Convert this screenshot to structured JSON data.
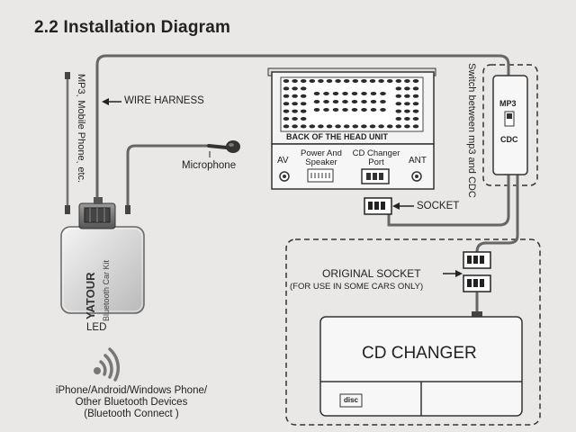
{
  "title": "2.2 Installation Diagram",
  "labels": {
    "wire_harness": "WIRE HARNESS",
    "microphone": "Microphone",
    "mobile_side": "MP3ˎ Mobile Phoneˎ etc.",
    "led": "LED",
    "back_of_head_unit": "BACK OF THE HEAD UNIT",
    "av": "AV",
    "power_speaker_1": "Power And",
    "power_speaker_2": "Speaker",
    "cd_changer_port_1": "CD Changer",
    "cd_changer_port_2": "Port",
    "ant": "ANT",
    "socket": "SOCKET",
    "switch_text": "Switch between mp3 and CDC",
    "switch_mp3": "MP3",
    "switch_cdc": "CDC",
    "original_socket": "ORIGINAL SOCKET",
    "original_socket_note": "(FOR USE IN SOME CARS ONLY)",
    "cd_changer": "CD CHANGER",
    "disc_label": "disc",
    "bluetooth_line1": "iPhone/Android/Windows Phone/",
    "bluetooth_line2": "Other Bluetooth Devices",
    "bluetooth_line3": "(Bluetooth Connect )",
    "brand": "YATOUR",
    "brand_sub": "Bluetooth Car Kit"
  },
  "colors": {
    "background": "#e9e8e6",
    "line": "#2a2a2a",
    "cable": "#6a6a6a"
  },
  "icons": [
    "microphone-icon",
    "bluetooth-waves-icon",
    "switch-icon",
    "connector-icon"
  ]
}
